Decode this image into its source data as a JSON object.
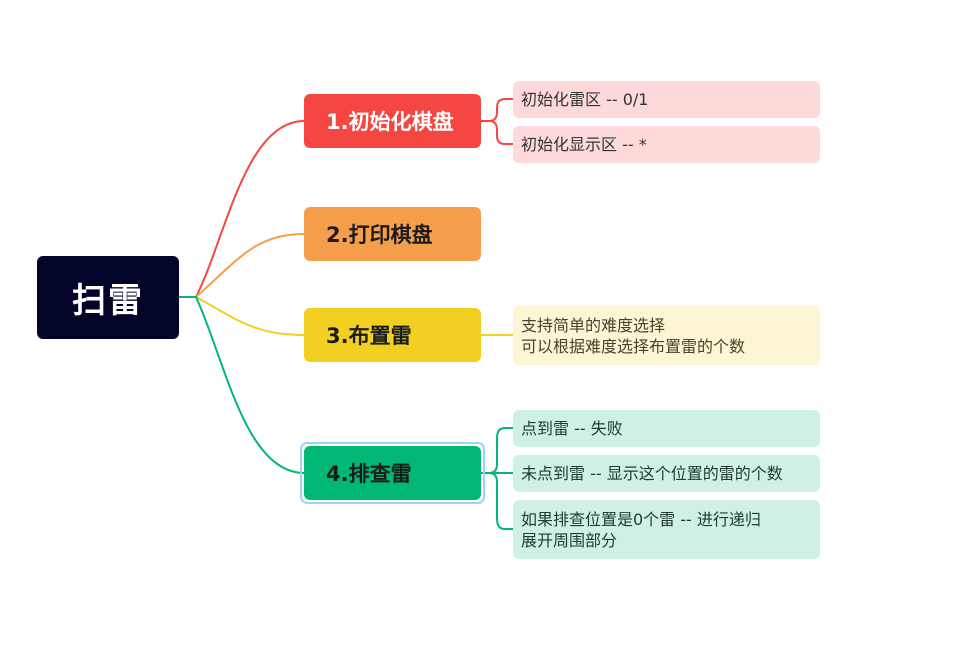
{
  "colors": {
    "root_bg": "#02042a",
    "branch_1": "#f44742",
    "branch_2": "#f59e4c",
    "branch_3": "#f2d022",
    "branch_4": "#00b774",
    "leaf_red": "#fdd9d9",
    "leaf_yellow": "#fdf6d4",
    "leaf_green": "#cff1e3",
    "selection": "#9dd3f5"
  },
  "root": {
    "label": "扫雷"
  },
  "branches": [
    {
      "label": "1.初始化棋盘",
      "children": [
        {
          "line1": "初始化雷区 -- 0/1"
        },
        {
          "line1": "初始化显示区 -- *"
        }
      ]
    },
    {
      "label": "2.打印棋盘",
      "children": []
    },
    {
      "label": "3.布置雷",
      "children": [
        {
          "line1": "支持简单的难度选择",
          "line2": "可以根据难度选择布置雷的个数"
        }
      ]
    },
    {
      "label": "4.排查雷",
      "selected": true,
      "children": [
        {
          "line1": "点到雷 -- 失败"
        },
        {
          "line1": "未点到雷 -- 显示这个位置的雷的个数"
        },
        {
          "line1": "如果排查位置是0个雷 -- 进行递归",
          "line2": "展开周围部分"
        }
      ]
    }
  ]
}
